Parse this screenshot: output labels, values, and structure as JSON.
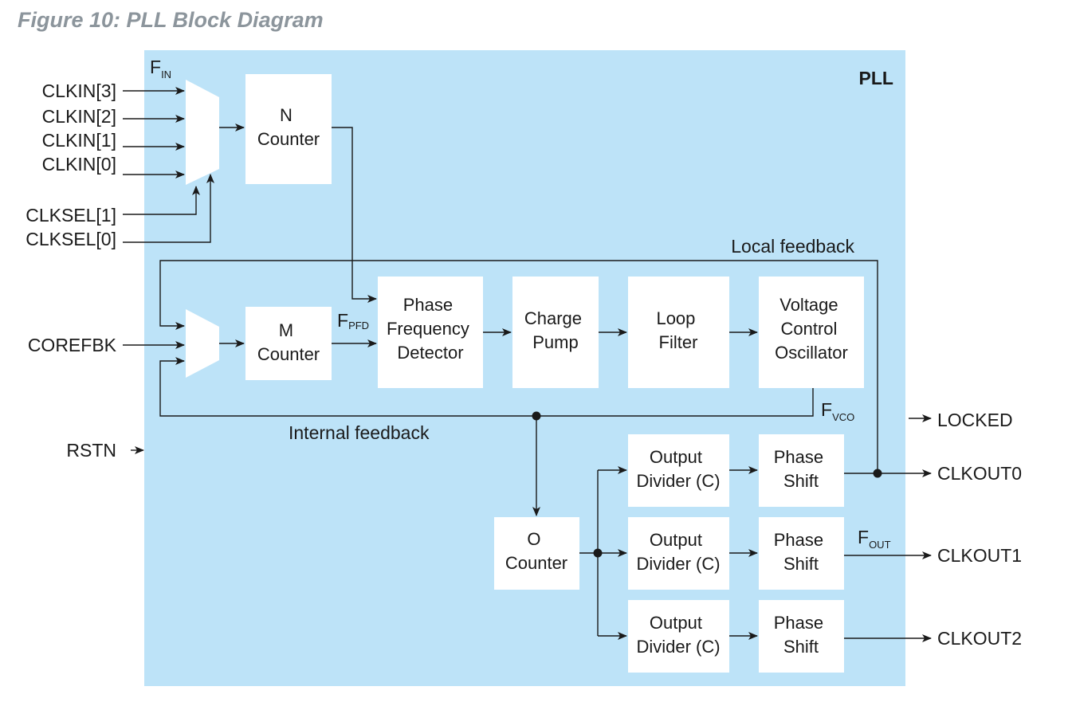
{
  "figure": {
    "caption": "Figure 10: PLL Block Diagram"
  },
  "pll_label": "PLL",
  "signals": {
    "f_in": "F",
    "f_in_sub": "IN",
    "f_pfd": "F",
    "f_pfd_sub": "PFD",
    "f_vco": "F",
    "f_vco_sub": "VCO",
    "f_out": "F",
    "f_out_sub": "OUT"
  },
  "inputs": {
    "clkin3": "CLKIN[3]",
    "clkin2": "CLKIN[2]",
    "clkin1": "CLKIN[1]",
    "clkin0": "CLKIN[0]",
    "clksel1": "CLKSEL[1]",
    "clksel0": "CLKSEL[0]",
    "corefbk": "COREFBK",
    "rstn": "RSTN"
  },
  "outputs": {
    "locked": "LOCKED",
    "clkout0": "CLKOUT0",
    "clkout1": "CLKOUT1",
    "clkout2": "CLKOUT2"
  },
  "blocks": {
    "n_counter": [
      "N",
      "Counter"
    ],
    "m_counter": [
      "M",
      "Counter"
    ],
    "pfd": [
      "Phase",
      "Frequency",
      "Detector"
    ],
    "charge_pump": [
      "Charge",
      "Pump"
    ],
    "loop_filter": [
      "Loop",
      "Filter"
    ],
    "vco": [
      "Voltage",
      "Control",
      "Oscillator"
    ],
    "o_counter": [
      "O",
      "Counter"
    ],
    "divider0": [
      "Output",
      "Divider (C)"
    ],
    "divider1": [
      "Output",
      "Divider (C)"
    ],
    "divider2": [
      "Output",
      "Divider (C)"
    ],
    "shift0": [
      "Phase",
      "Shift"
    ],
    "shift1": [
      "Phase",
      "Shift"
    ],
    "shift2": [
      "Phase",
      "Shift"
    ]
  },
  "feedback": {
    "local": "Local feedback",
    "internal": "Internal feedback"
  },
  "colors": {
    "pll_bg": "#bde3f8",
    "block_bg": "#ffffff",
    "line": "#1a1a1a",
    "caption": "#8c959c"
  }
}
